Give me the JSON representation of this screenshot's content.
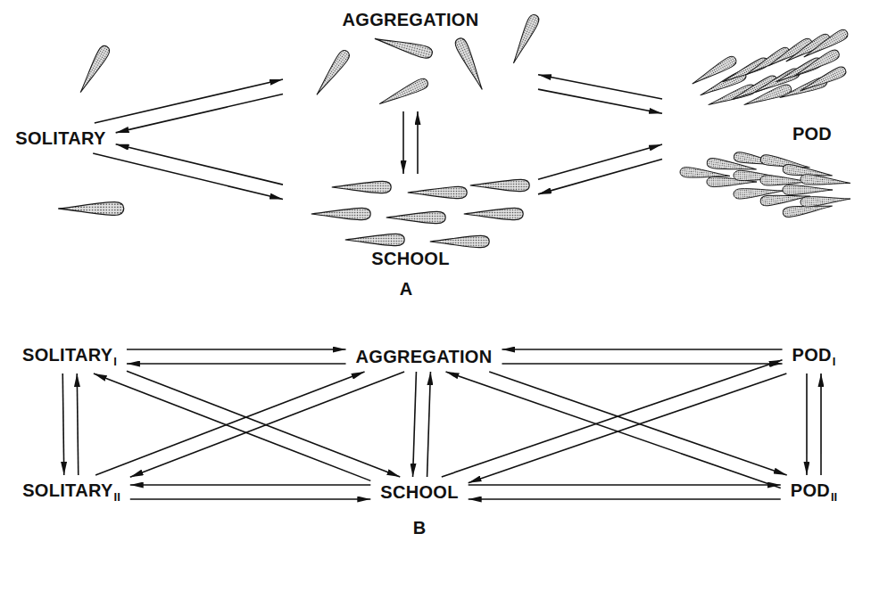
{
  "diagram": {
    "nodes": [
      {
        "text": [
          "AGGREGATION"
        ]
      },
      {
        "text": [
          "SOLITARY"
        ]
      },
      {
        "text": [
          "POD"
        ]
      },
      {
        "text": [
          "SCHOOL"
        ]
      },
      {
        "text": [
          "SOLITARY",
          "I"
        ]
      },
      {
        "text": [
          "AGGREGATION"
        ]
      },
      {
        "text": [
          "POD",
          "I"
        ]
      },
      {
        "text": [
          "SOLITARY",
          "II"
        ]
      },
      {
        "text": [
          "SCHOOL"
        ]
      },
      {
        "text": [
          "POD",
          "II"
        ]
      }
    ],
    "edges": [
      {
        "from": 1,
        "to": 0,
        "arrow": "to"
      },
      {
        "from": 0,
        "to": 1,
        "arrow": "to"
      },
      {
        "from": 0,
        "to": 2,
        "arrow": "to"
      },
      {
        "from": 2,
        "to": 0,
        "arrow": "to"
      },
      {
        "from": 0,
        "to": 3,
        "arrow": "to"
      },
      {
        "from": 3,
        "to": 0,
        "arrow": "to"
      },
      {
        "from": 1,
        "to": 3,
        "arrow": "to"
      },
      {
        "from": 3,
        "to": 1,
        "arrow": "to"
      },
      {
        "from": 3,
        "to": 2,
        "arrow": "to"
      },
      {
        "from": 2,
        "to": 3,
        "arrow": "to"
      },
      {
        "from": 4,
        "to": 5,
        "arrow": "to"
      },
      {
        "from": 5,
        "to": 4,
        "arrow": "to"
      },
      {
        "from": 5,
        "to": 6,
        "arrow": "to"
      },
      {
        "from": 6,
        "to": 5,
        "arrow": "to"
      },
      {
        "from": 4,
        "to": 7,
        "arrow": "to"
      },
      {
        "from": 7,
        "to": 4,
        "arrow": "to"
      },
      {
        "from": 5,
        "to": 8,
        "arrow": "to"
      },
      {
        "from": 8,
        "to": 5,
        "arrow": "to"
      },
      {
        "from": 6,
        "to": 9,
        "arrow": "to"
      },
      {
        "from": 9,
        "to": 6,
        "arrow": "to"
      },
      {
        "from": 4,
        "to": 8,
        "arrow": "to"
      },
      {
        "from": 8,
        "to": 4,
        "arrow": "to"
      },
      {
        "from": 5,
        "to": 7,
        "arrow": "to"
      },
      {
        "from": 7,
        "to": 5,
        "arrow": "to"
      },
      {
        "from": 5,
        "to": 9,
        "arrow": "to"
      },
      {
        "from": 9,
        "to": 5,
        "arrow": "to"
      },
      {
        "from": 6,
        "to": 8,
        "arrow": "to"
      },
      {
        "from": 8,
        "to": 6,
        "arrow": "to"
      },
      {
        "from": 7,
        "to": 8,
        "arrow": "to"
      },
      {
        "from": 8,
        "to": 7,
        "arrow": "to"
      },
      {
        "from": 8,
        "to": 9,
        "arrow": "to"
      },
      {
        "from": 9,
        "to": 8,
        "arrow": "to"
      }
    ],
    "labels": [
      "A",
      "B"
    ]
  }
}
